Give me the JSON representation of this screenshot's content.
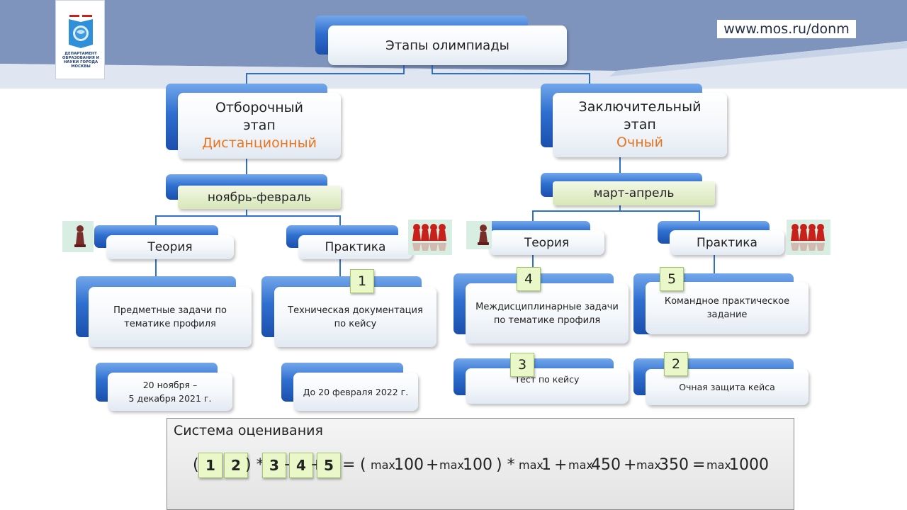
{
  "header": {
    "url": "www.mos.ru/donm",
    "logo_text": "ДЕПАРТАМЕНТ ОБРАЗОВАНИЯ И НАУКИ ГОРОДА МОСКВЫ",
    "colors": {
      "banner": "#7f94bd",
      "accent_blue": "#2f6fd0",
      "accent_orange": "#e8751f",
      "badge_green": "#e9f7c9",
      "pawn_red": "#c8211c"
    }
  },
  "diagram": {
    "root": "Этапы олимпиады",
    "left": {
      "title_line1": "Отборочный",
      "title_line2": "этап",
      "title_format": "Дистанционный",
      "period": "ноябрь-февраль",
      "theory": {
        "label": "Теория",
        "task": "Предметные задачи по тематике профиля",
        "date_line1": "20 ноября –",
        "date_line2": "5 декабря 2021 г."
      },
      "practice": {
        "label": "Практика",
        "badge": "1",
        "task": "Техническая документация по кейсу",
        "date": "До 20 февраля 2022 г."
      }
    },
    "right": {
      "title_line1": "Заключительный",
      "title_line2": "этап",
      "title_format": "Очный",
      "period": "март-апрель",
      "theory": {
        "label": "Теория",
        "badge_task": "4",
        "task": "Междисциплинарные задачи по тематике профиля",
        "badge_test": "3",
        "test": "Тест по кейсу"
      },
      "practice": {
        "label": "Практика",
        "badge_task": "5",
        "task": "Командное практическое задание",
        "badge_defense": "2",
        "defense": "Очная защита кейса"
      }
    },
    "icons": [
      "single-pawn-icon",
      "team-pawns-icon"
    ]
  },
  "scoring": {
    "title": "Система оценивания",
    "formula": {
      "open_paren": "(",
      "b1": "1",
      "plus": "+",
      "b2": "2",
      "close_mult": ") *",
      "b3": "3",
      "b4": "4",
      "b5": "5",
      "equals": "=",
      "rhs_open": "(",
      "max": "max",
      "v1": "100",
      "v2": "100",
      "rhs_close": ") *",
      "v3": "1",
      "v4": "450",
      "v5": "350",
      "v6": "1000"
    }
  }
}
